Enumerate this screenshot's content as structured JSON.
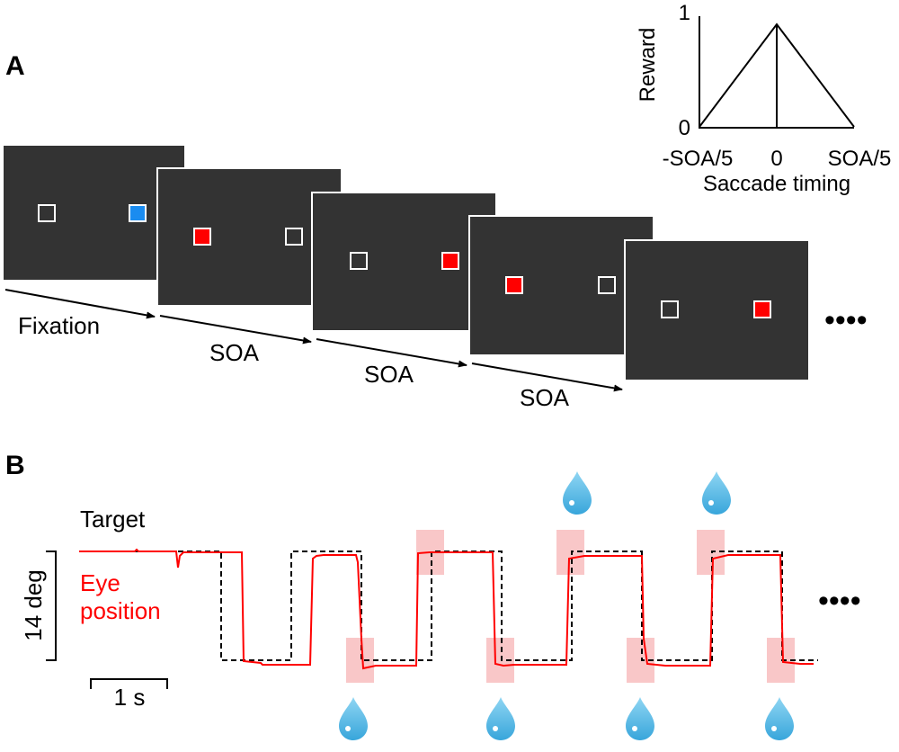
{
  "panel_a": {
    "label": "A",
    "steps": [
      {
        "label": "Fixation"
      },
      {
        "label": "SOA"
      },
      {
        "label": "SOA"
      },
      {
        "label": "SOA"
      }
    ],
    "screens": [
      {
        "left_square": "outline",
        "right_square": "blue"
      },
      {
        "left_square": "red",
        "right_square": "outline"
      },
      {
        "left_square": "outline",
        "right_square": "red"
      },
      {
        "left_square": "red",
        "right_square": "outline"
      },
      {
        "left_square": "outline",
        "right_square": "red"
      }
    ],
    "continuation": "••••",
    "inset": {
      "y_label": "Reward",
      "x_label": "Saccade timing",
      "y_ticks": [
        "1",
        "0"
      ],
      "x_ticks": [
        "-SOA/5",
        "0",
        "SOA/5"
      ]
    }
  },
  "panel_b": {
    "label": "B",
    "target_label": "Target",
    "eye_label_line1": "Eye",
    "eye_label_line2": "position",
    "amplitude_label": "14 deg",
    "time_scale_label": "1 s",
    "continuation": "••••"
  },
  "colors": {
    "screen": "#333333",
    "red": "#ff0000",
    "blue": "#1a8cf0",
    "highlight": "#f9c7c8",
    "drop_top": "#8fd6f3",
    "drop_bottom": "#38a6db"
  }
}
